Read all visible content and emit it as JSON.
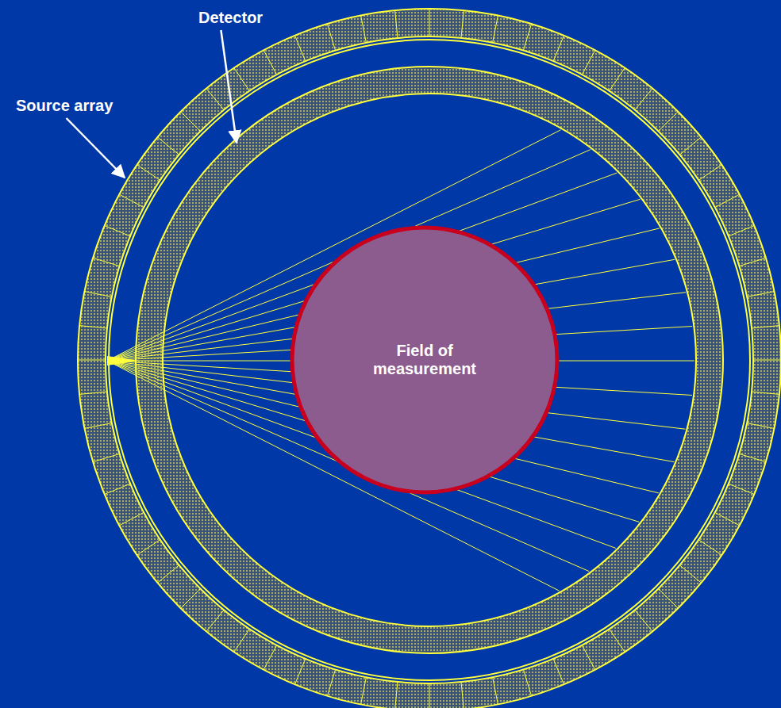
{
  "diagram": {
    "nodes": [
      {
        "text": [
          "Field of measurement"
        ]
      }
    ],
    "labels": [
      "Detector",
      "Source array"
    ]
  }
}
